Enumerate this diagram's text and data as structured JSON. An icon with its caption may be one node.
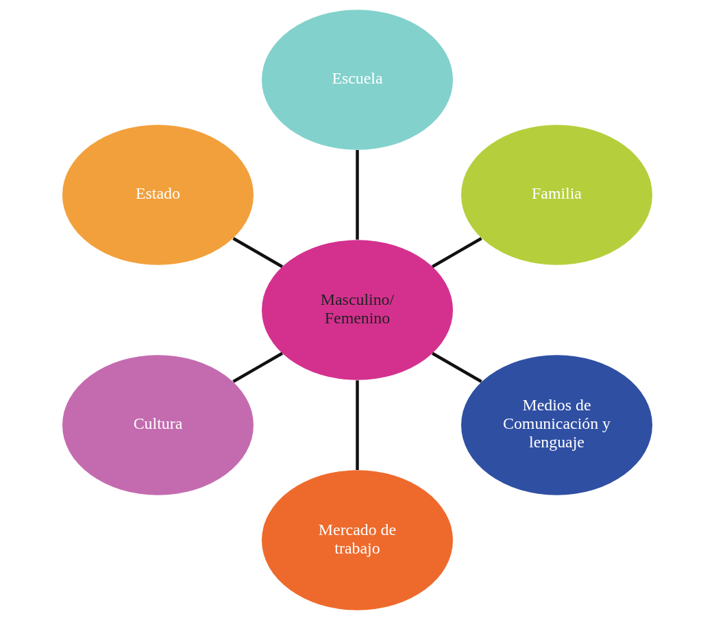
{
  "diagram": {
    "nodes": [
      {
        "text": [
          "Masculino/ Femenino"
        ]
      },
      {
        "text": [
          "Familia"
        ]
      },
      {
        "text": [
          "Escuela"
        ]
      },
      {
        "text": [
          "Estado"
        ]
      },
      {
        "text": [
          "Cultura"
        ]
      },
      {
        "text": [
          "Mercado de trabajo"
        ]
      },
      {
        "text": [
          "Medios de Comunicación y lenguaje"
        ]
      }
    ],
    "edges": [
      {
        "from": 0,
        "to": 1,
        "arrow": "none"
      },
      {
        "from": 0,
        "to": 2,
        "arrow": "none"
      },
      {
        "from": 0,
        "to": 5,
        "arrow": "none"
      },
      {
        "from": 0,
        "to": 6,
        "arrow": "none"
      },
      {
        "from": 0,
        "to": 4,
        "arrow": "none"
      },
      {
        "from": 0,
        "to": 3,
        "arrow": "none"
      }
    ]
  }
}
